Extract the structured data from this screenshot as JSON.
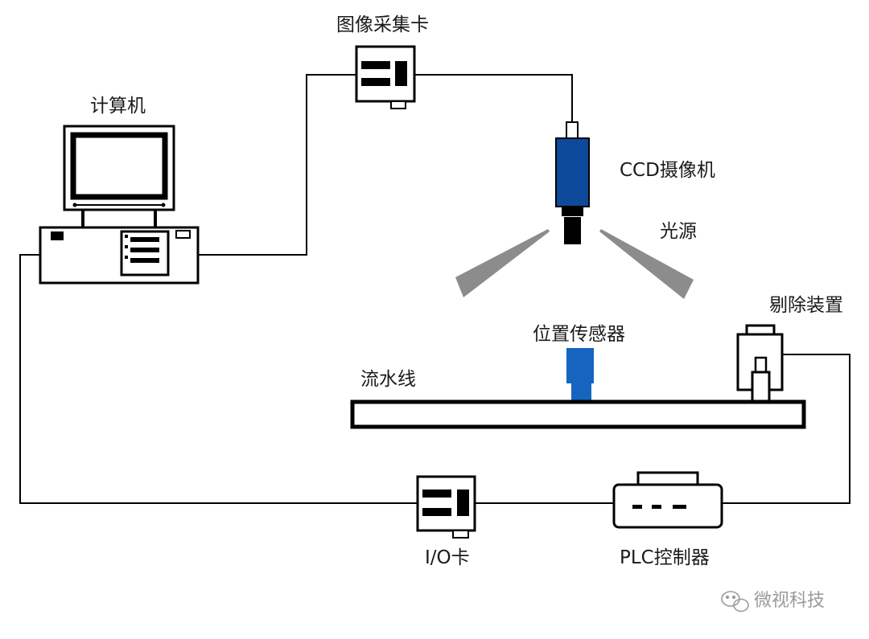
{
  "labels": {
    "frame_grabber": "图像采集卡",
    "computer": "计算机",
    "ccd_camera": "CCD摄像机",
    "light_source": "光源",
    "reject_device": "剔除装置",
    "position_sensor": "位置传感器",
    "conveyor": "流水线",
    "io_card": "I/O卡",
    "plc": "PLC控制器"
  },
  "watermark": {
    "text": "微视科技",
    "icon": "wechat-icon"
  },
  "colors": {
    "line": "#000000",
    "camera_blue": "#0d4a9c",
    "sensor_blue": "#1565c0",
    "light_gray": "#8c8c8c"
  }
}
